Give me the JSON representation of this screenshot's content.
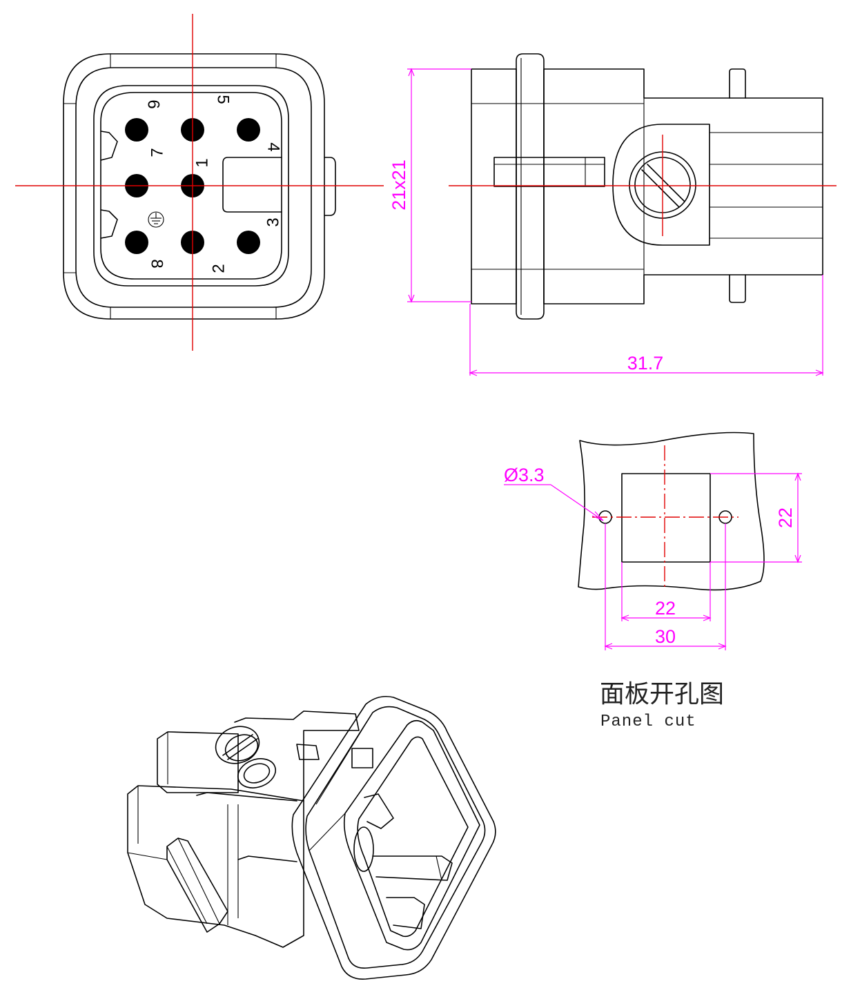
{
  "front_view": {
    "pins": [
      {
        "number": "6",
        "row": 0,
        "col": 0
      },
      {
        "number": "5",
        "row": 0,
        "col": 1
      },
      {
        "number": "4",
        "row": 0,
        "col": 2
      },
      {
        "number": "7",
        "row": 1,
        "col": 0
      },
      {
        "number": "1",
        "row": 1,
        "col": 1
      },
      {
        "number": "8",
        "row": 2,
        "col": 0
      },
      {
        "number": "2",
        "row": 2,
        "col": 1
      },
      {
        "number": "3",
        "row": 2,
        "col": 2
      }
    ]
  },
  "side_view": {
    "height_dim": "21x21",
    "length_dim": "31.7"
  },
  "panel_cut": {
    "hole_dia": "Ø3.3",
    "height_dim": "22",
    "width_dim": "22",
    "hole_spacing_dim": "30",
    "title_cn": "面板开孔图",
    "title_en": "Panel cut"
  },
  "colors": {
    "outline": "#000000",
    "centerline": "#e00000",
    "dimension": "#ff00ff"
  }
}
